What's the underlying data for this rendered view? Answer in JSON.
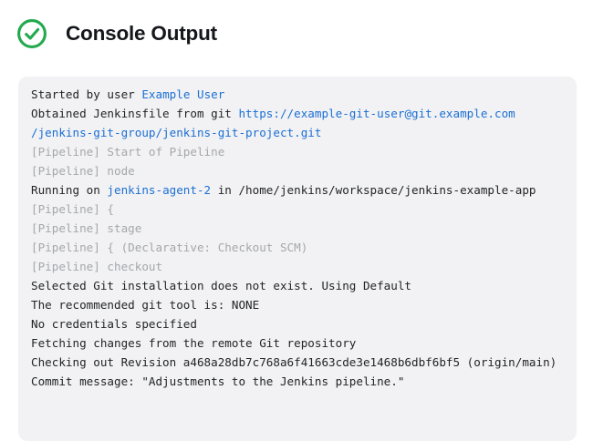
{
  "header": {
    "title": "Console Output",
    "status": "success"
  },
  "colors": {
    "title": "#15171c",
    "success_green": "#23a94e",
    "console_bg": "#f2f2f4",
    "text": "#222428",
    "meta": "#a4a7ac",
    "link": "#1a6fd4"
  },
  "console": {
    "lines": [
      [
        {
          "t": "Started by user ",
          "c": "plain"
        },
        {
          "t": "Example User",
          "c": "link"
        }
      ],
      [
        {
          "t": "Obtained Jenkinsfile from git ",
          "c": "plain"
        },
        {
          "t": "https://example-git-user@git.example.com",
          "c": "link"
        }
      ],
      [
        {
          "t": "/jenkins-git-group/jenkins-git-project.git",
          "c": "link"
        }
      ],
      [
        {
          "t": "[Pipeline] Start of Pipeline",
          "c": "meta"
        }
      ],
      [
        {
          "t": "[Pipeline] node",
          "c": "meta"
        }
      ],
      [
        {
          "t": "Running on ",
          "c": "plain"
        },
        {
          "t": "jenkins-agent-2",
          "c": "link"
        },
        {
          "t": " in /home/jenkins/workspace/jenkins-example-app",
          "c": "plain"
        }
      ],
      [
        {
          "t": "[Pipeline] {",
          "c": "meta"
        }
      ],
      [
        {
          "t": "[Pipeline] stage",
          "c": "meta"
        }
      ],
      [
        {
          "t": "[Pipeline] { (Declarative: Checkout SCM)",
          "c": "meta"
        }
      ],
      [
        {
          "t": "[Pipeline] checkout",
          "c": "meta"
        }
      ],
      [
        {
          "t": "Selected Git installation does not exist. Using Default",
          "c": "plain"
        }
      ],
      [
        {
          "t": "The recommended git tool is: NONE",
          "c": "plain"
        }
      ],
      [
        {
          "t": "No credentials specified",
          "c": "plain"
        }
      ],
      [
        {
          "t": "Fetching changes from the remote Git repository",
          "c": "plain"
        }
      ],
      [
        {
          "t": "Checking out Revision a468a28db7c768a6f41663cde3e1468b6dbf6bf5 (origin/main)",
          "c": "plain"
        }
      ],
      [
        {
          "t": "Commit message: \"Adjustments to the Jenkins pipeline.\"",
          "c": "plain"
        }
      ]
    ]
  }
}
